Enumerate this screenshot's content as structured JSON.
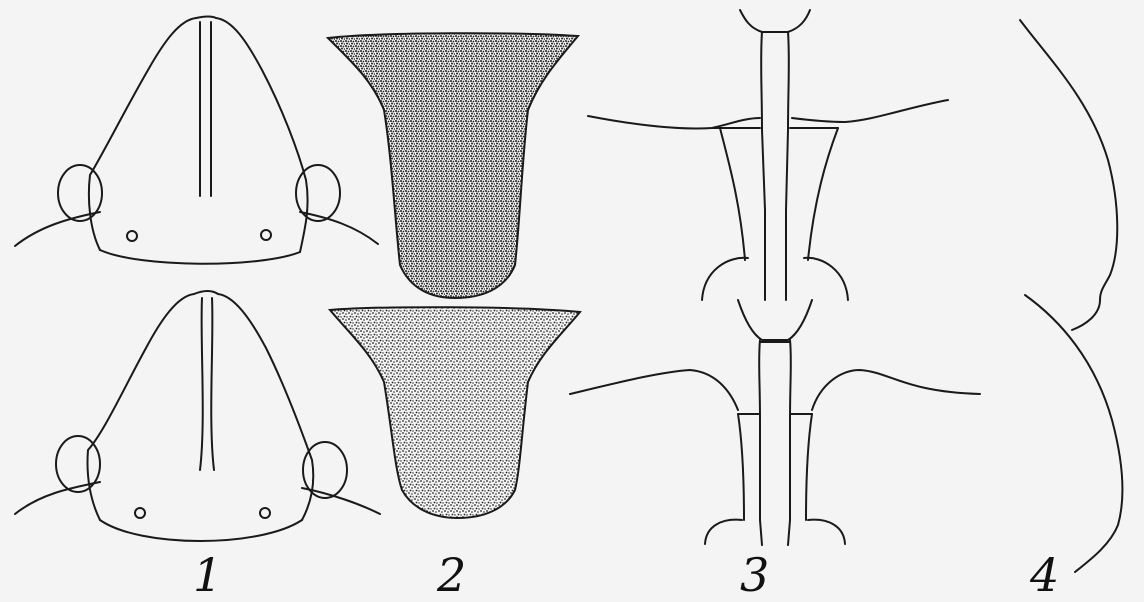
{
  "figure_labels": {
    "fig1": "1",
    "fig2": "2",
    "fig3": "3",
    "fig4": "4"
  },
  "colors": {
    "background": "#f4f4f4",
    "ink": "#1a1a1a",
    "stipple": "#222222"
  }
}
